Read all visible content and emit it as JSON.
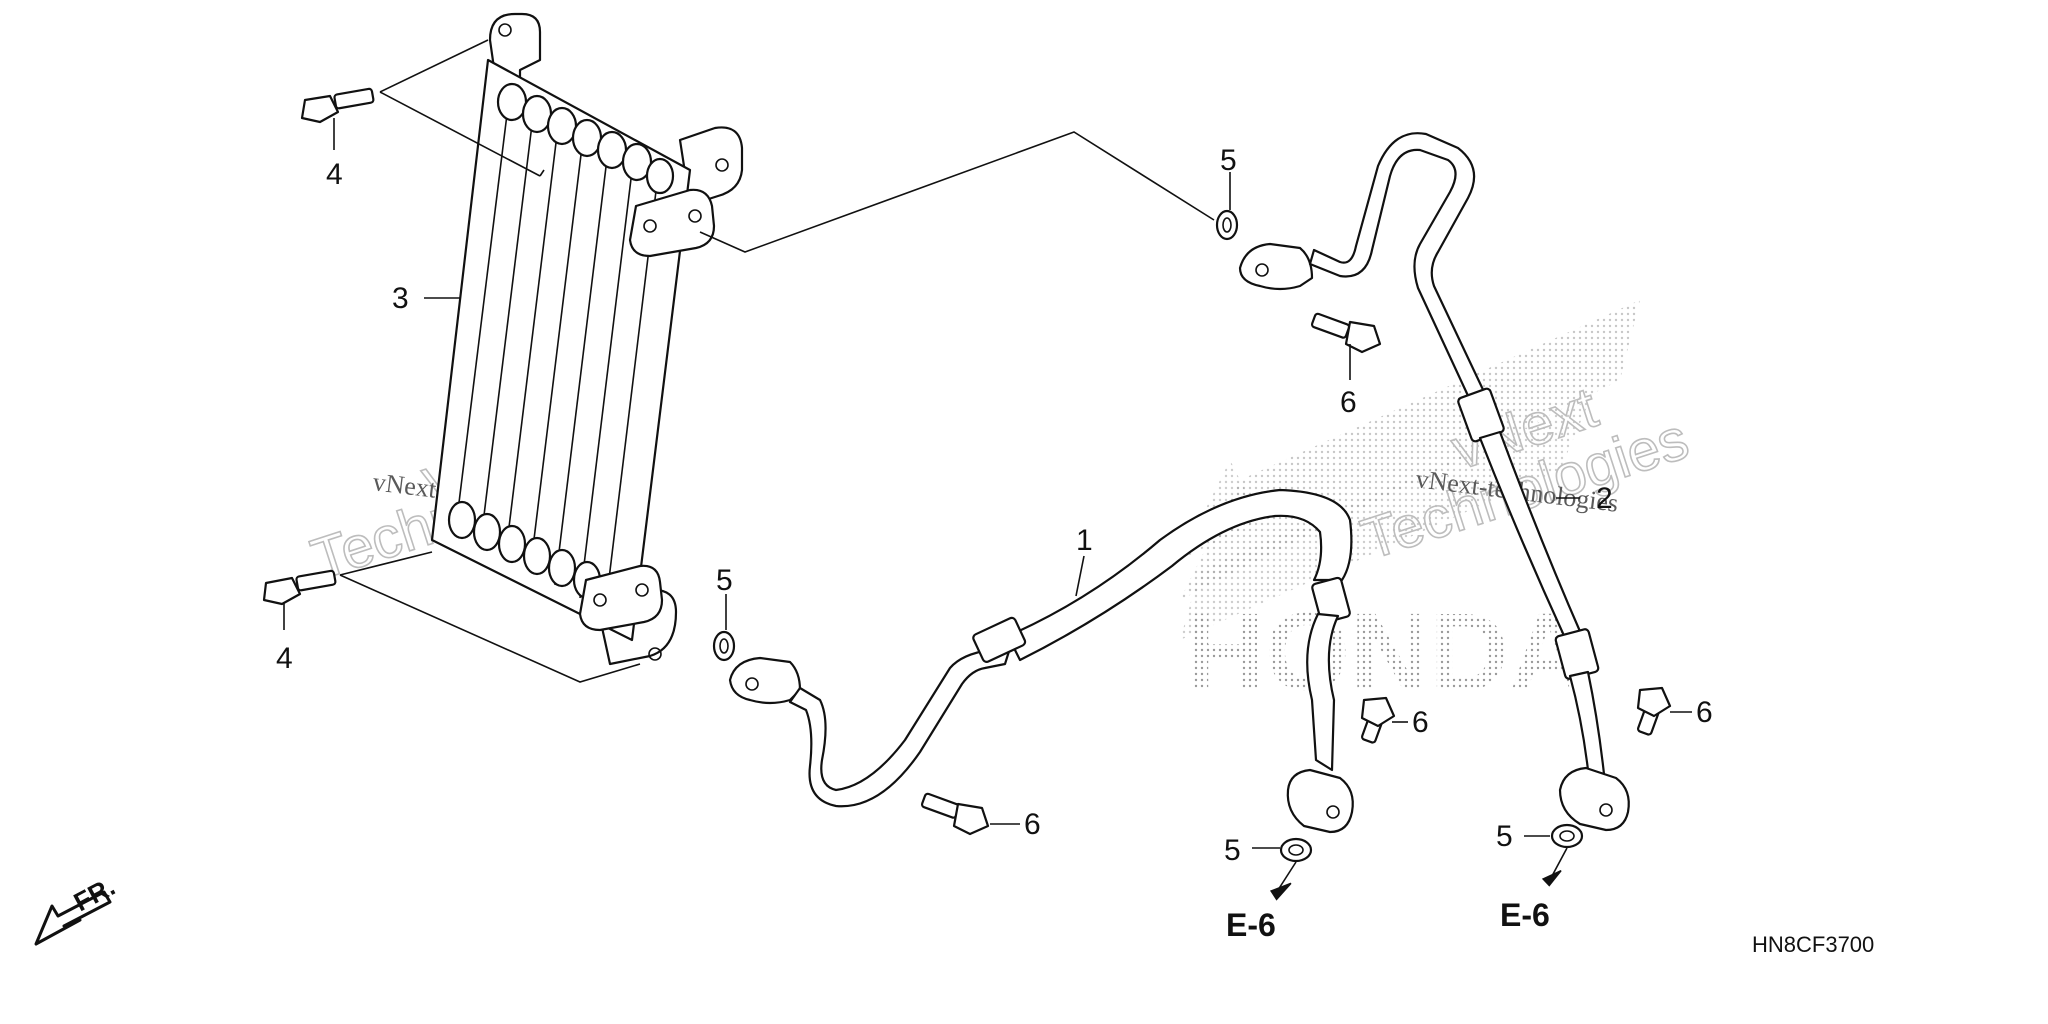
{
  "diagram": {
    "callouts": {
      "hose_1": "1",
      "hose_2": "2",
      "oil_cooler": "3",
      "bolt_4_upper": "4",
      "bolt_4_lower": "4",
      "washer_5_top": "5",
      "washer_5_mid": "5",
      "washer_5_bottom_center": "5",
      "washer_5_bottom_right": "5",
      "bolt_6_top": "6",
      "bolt_6_center": "6",
      "bolt_6_mid": "6",
      "bolt_6_right": "6"
    },
    "references": {
      "ref_left": "E-6",
      "ref_right": "E-6"
    },
    "diagram_code": "HN8CF3700",
    "front_label": "FR.",
    "watermarks": {
      "brand_line1": "vNext",
      "brand_line2": "Technologies",
      "brand_small": "vNext-technologies",
      "logo_text": "HONDA"
    }
  }
}
